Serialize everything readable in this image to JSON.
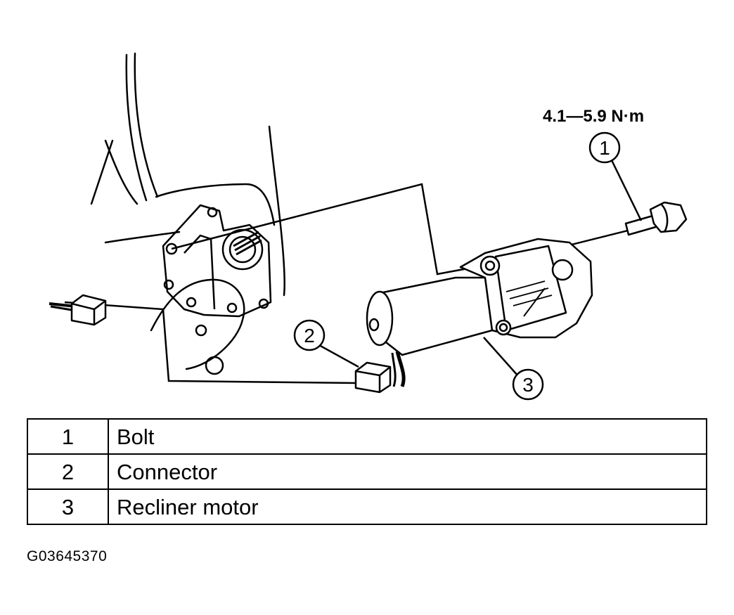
{
  "diagram": {
    "torque_spec": "4.1—5.9 N·m",
    "callouts": [
      {
        "number": "1"
      },
      {
        "number": "2"
      },
      {
        "number": "3"
      }
    ]
  },
  "legend": {
    "rows": [
      {
        "number": "1",
        "name": "Bolt"
      },
      {
        "number": "2",
        "name": "Connector"
      },
      {
        "number": "3",
        "name": "Recliner motor"
      }
    ]
  },
  "figure_code": "G03645370",
  "colors": {
    "line": "#000000",
    "background": "#ffffff"
  }
}
